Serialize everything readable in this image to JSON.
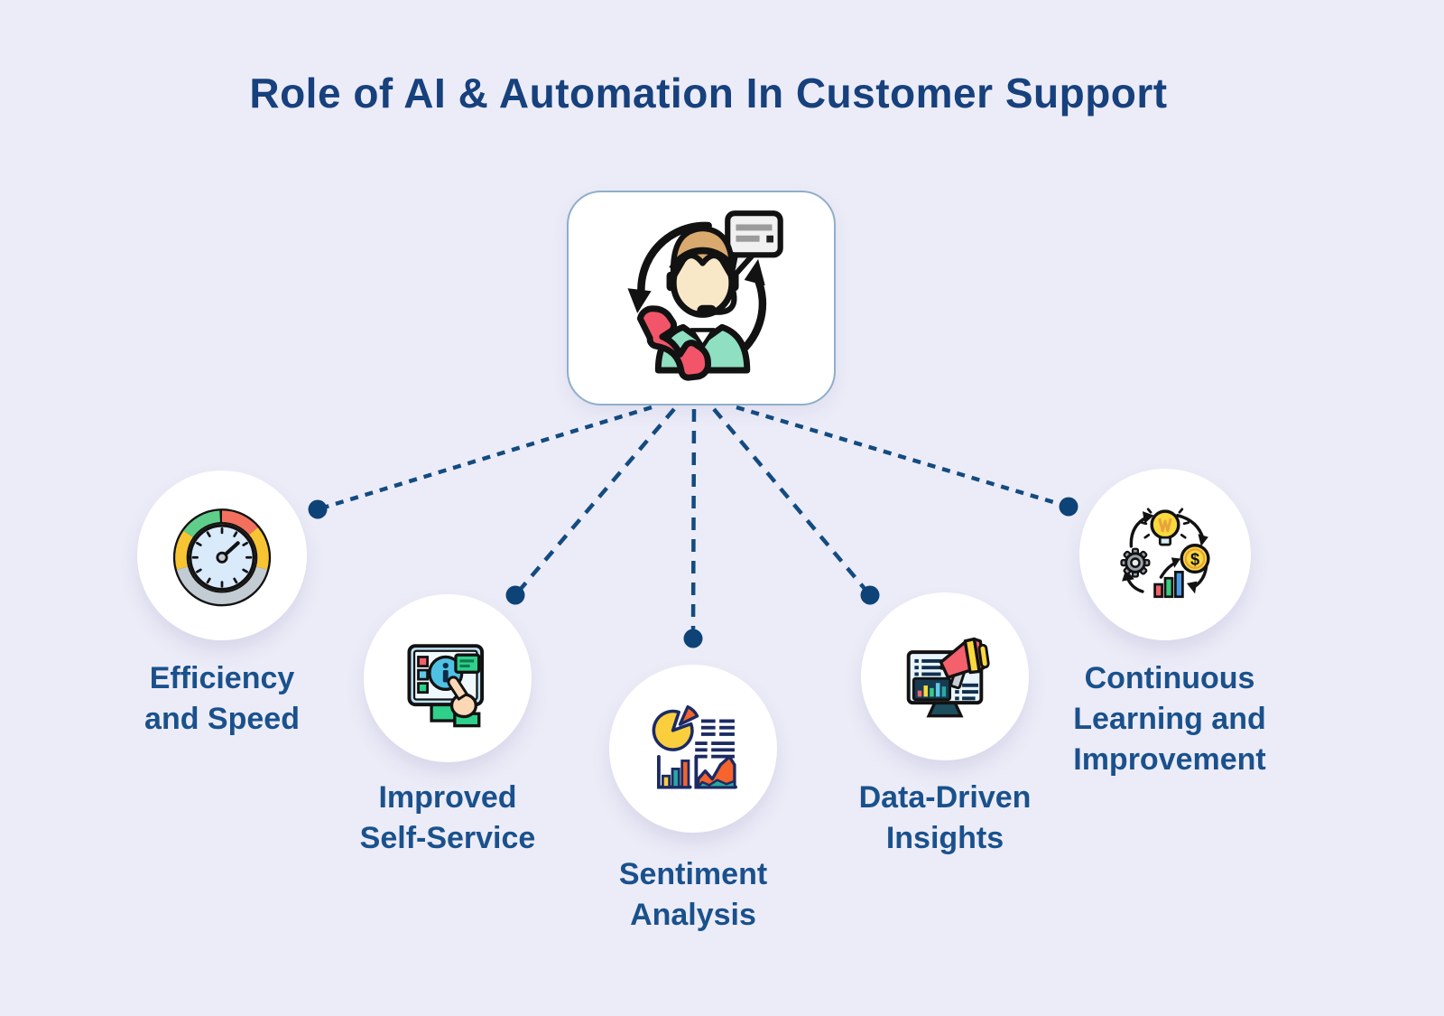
{
  "title": "Role of AI & Automation In Customer Support",
  "center_node": {
    "icon": "customer-support-agent-icon",
    "description": "support agent with headset, phone handset, speech bubble and cycle arrows"
  },
  "nodes": [
    {
      "id": "efficiency-and-speed",
      "label": "Efficiency and Speed",
      "lines": [
        "Efficiency",
        "and Speed"
      ],
      "icon": "speedometer-icon"
    },
    {
      "id": "improved-self-service",
      "label": "Improved Self-Service",
      "lines": [
        "Improved",
        "Self-Service"
      ],
      "icon": "self-service-tablet-icon"
    },
    {
      "id": "sentiment-analysis",
      "label": "Sentiment Analysis",
      "lines": [
        "Sentiment",
        "Analysis"
      ],
      "icon": "analytics-charts-icon"
    },
    {
      "id": "data-driven-insights",
      "label": "Data-Driven Insights",
      "lines": [
        "Data-Driven",
        "Insights"
      ],
      "icon": "monitor-megaphone-icon"
    },
    {
      "id": "continuous-learning-and-improvement",
      "label": "Continuous Learning and Improvement",
      "lines": [
        "Continuous",
        "Learning and",
        "Improvement"
      ],
      "icon": "learning-cycle-icon"
    }
  ],
  "colors": {
    "background": "#ECECF8",
    "title_text": "#17417D",
    "label_text": "#1A518C",
    "connector": "#134B80",
    "connector_dot": "#0E4377",
    "node_fill": "#FFFFFF",
    "center_box_border": "#8FAECB",
    "accent_red": "#F4606C",
    "accent_yellow": "#FBD93D",
    "accent_teal": "#2AA8A0",
    "accent_green": "#3DCB7E",
    "accent_orange": "#F4642C",
    "accent_blue": "#62C8E8"
  }
}
